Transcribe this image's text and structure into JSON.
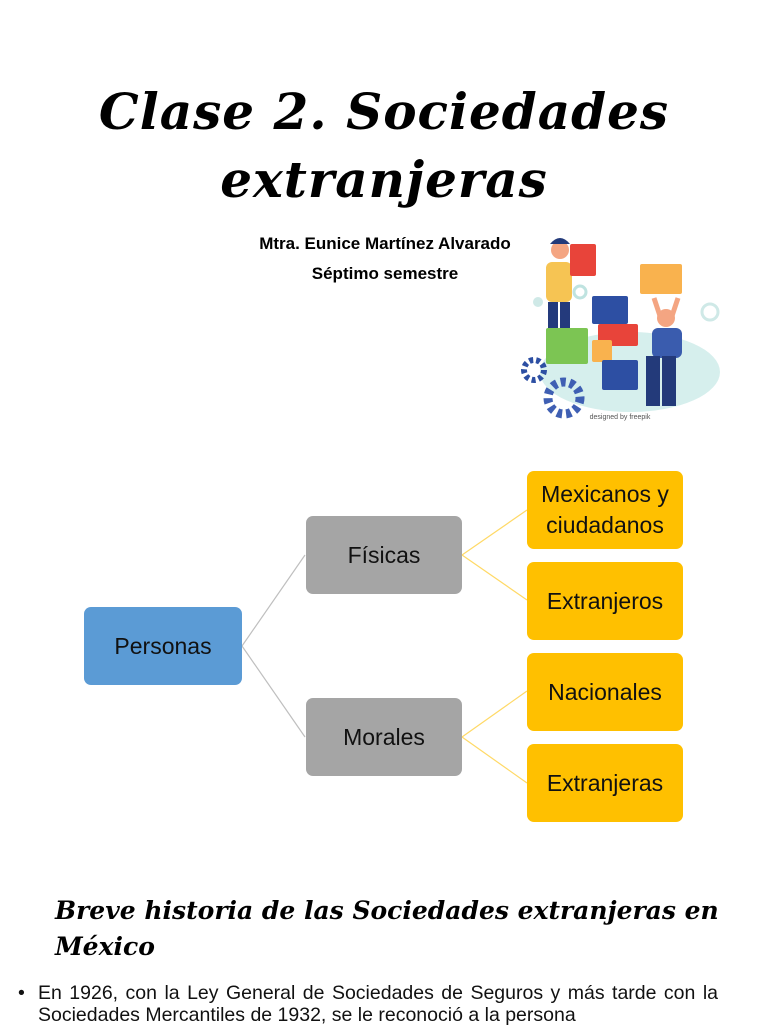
{
  "slide1": {
    "title": "Clase 2. Sociedades extranjeras",
    "author": "Mtra. Eunice Martínez Alvarado",
    "semester": "Séptimo semestre",
    "illustration": "people-building-blocks-illustration",
    "illustration_credit": "designed by freepik"
  },
  "diagram": {
    "root": {
      "label": "Personas",
      "color": "#5b9bd5"
    },
    "branches": [
      {
        "label": "Físicas",
        "color": "#a5a5a5",
        "children": [
          {
            "label": "Mexicanos y ciudadanos",
            "color": "#ffc000"
          },
          {
            "label": "Extranjeros",
            "color": "#ffc000"
          }
        ]
      },
      {
        "label": "Morales",
        "color": "#a5a5a5",
        "children": [
          {
            "label": "Nacionales",
            "color": "#ffc000"
          },
          {
            "label": "Extranjeras",
            "color": "#ffc000"
          }
        ]
      }
    ],
    "line_colors": {
      "root_to_branch": "#bfbfbf",
      "branch_to_leaf": "#ffd966"
    }
  },
  "slide3": {
    "title": "Breve historia de las Sociedades extranjeras en México",
    "bullets": [
      "En 1926, con la Ley General de Sociedades de Seguros y más tarde con la Sociedades Mercantiles de 1932, se le reconoció a la persona"
    ]
  }
}
